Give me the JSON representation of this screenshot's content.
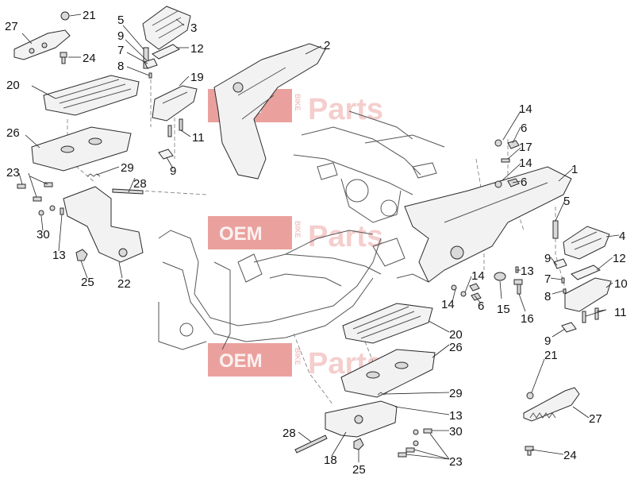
{
  "watermark": {
    "oem": "OEM",
    "bike": "BIKE",
    "parts": "Parts"
  },
  "callouts": [
    {
      "id": "c27a",
      "text": "27"
    },
    {
      "id": "c21a",
      "text": "21"
    },
    {
      "id": "c24a",
      "text": "24"
    },
    {
      "id": "c5a",
      "text": "5"
    },
    {
      "id": "c3",
      "text": "3"
    },
    {
      "id": "c9a",
      "text": "9"
    },
    {
      "id": "c7a",
      "text": "7"
    },
    {
      "id": "c12a",
      "text": "12"
    },
    {
      "id": "c8a",
      "text": "8"
    },
    {
      "id": "c2",
      "text": "2"
    },
    {
      "id": "c20a",
      "text": "20"
    },
    {
      "id": "c19",
      "text": "19"
    },
    {
      "id": "c26a",
      "text": "26"
    },
    {
      "id": "c11a",
      "text": "11"
    },
    {
      "id": "c9b",
      "text": "9"
    },
    {
      "id": "c23a",
      "text": "23"
    },
    {
      "id": "c29a",
      "text": "29"
    },
    {
      "id": "c28a",
      "text": "28"
    },
    {
      "id": "c30a",
      "text": "30"
    },
    {
      "id": "c13a",
      "text": "13"
    },
    {
      "id": "c25a",
      "text": "25"
    },
    {
      "id": "c22",
      "text": "22"
    },
    {
      "id": "c14a",
      "text": "14"
    },
    {
      "id": "c6a",
      "text": "6"
    },
    {
      "id": "c17",
      "text": "17"
    },
    {
      "id": "c14b",
      "text": "14"
    },
    {
      "id": "c6b",
      "text": "6"
    },
    {
      "id": "c1",
      "text": "1"
    },
    {
      "id": "c5b",
      "text": "5"
    },
    {
      "id": "c4",
      "text": "4"
    },
    {
      "id": "c13b",
      "text": "13"
    },
    {
      "id": "c9c",
      "text": "9"
    },
    {
      "id": "c12b",
      "text": "12"
    },
    {
      "id": "c14c",
      "text": "14"
    },
    {
      "id": "c7b",
      "text": "7"
    },
    {
      "id": "c10",
      "text": "10"
    },
    {
      "id": "c14d",
      "text": "14"
    },
    {
      "id": "c6c",
      "text": "6"
    },
    {
      "id": "c15",
      "text": "15"
    },
    {
      "id": "c16",
      "text": "16"
    },
    {
      "id": "c8b",
      "text": "8"
    },
    {
      "id": "c11b",
      "text": "11"
    },
    {
      "id": "c20b",
      "text": "20"
    },
    {
      "id": "c9d",
      "text": "9"
    },
    {
      "id": "c26b",
      "text": "26"
    },
    {
      "id": "c29b",
      "text": "29"
    },
    {
      "id": "c21b",
      "text": "21"
    },
    {
      "id": "c13c",
      "text": "13"
    },
    {
      "id": "c27b",
      "text": "27"
    },
    {
      "id": "c28b",
      "text": "28"
    },
    {
      "id": "c30b",
      "text": "30"
    },
    {
      "id": "c18",
      "text": "18"
    },
    {
      "id": "c25b",
      "text": "25"
    },
    {
      "id": "c23b",
      "text": "23"
    },
    {
      "id": "c24b",
      "text": "24"
    }
  ]
}
